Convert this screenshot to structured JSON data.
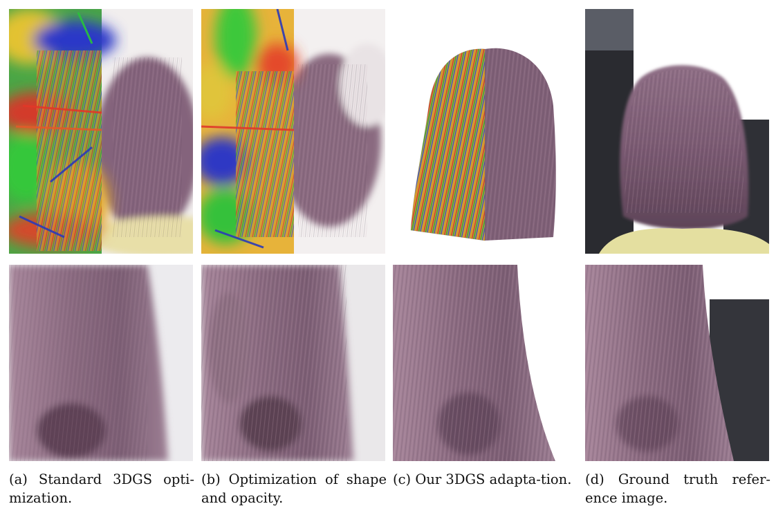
{
  "figure": {
    "captions": [
      {
        "label": "(a)",
        "text": "Standard 3DGS opti-mization."
      },
      {
        "label": "(b)",
        "text": "Optimization of shape and opacity."
      },
      {
        "label": "(c)",
        "text": "Our 3DGS adapta-tion."
      },
      {
        "label": "(d)",
        "text": "Ground truth refer-ence image."
      }
    ]
  }
}
